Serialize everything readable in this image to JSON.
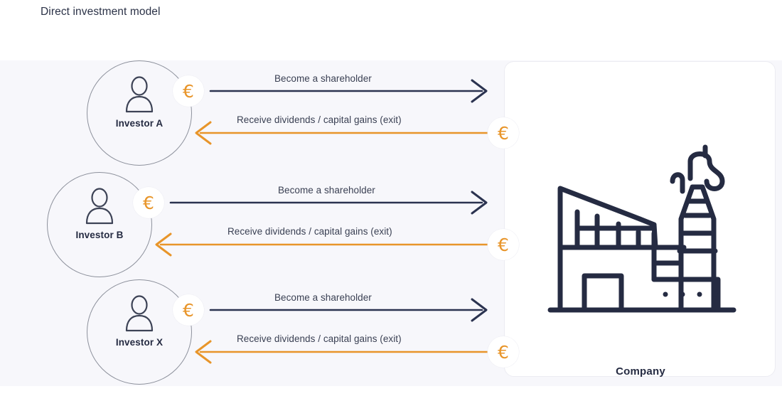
{
  "page": {
    "title": "Direct investment model",
    "background_color": "#ffffff",
    "band_color": "#f7f7fb"
  },
  "colors": {
    "navy": "#252b42",
    "arrow_dark": "#2b3350",
    "orange": "#e8952a",
    "circle_stroke": "#8d919c",
    "panel_border": "#ececf2",
    "text": "#3a4053"
  },
  "icons": {
    "person": "person-icon",
    "factory": "factory-icon",
    "euro": "euro-icon"
  },
  "company": {
    "label": "Company",
    "icon": "factory-icon"
  },
  "investors": [
    {
      "label": "Investor A",
      "badge": "€",
      "flows": {
        "outbound_label": "Become a shareholder",
        "inbound_label": "Receive dividends / capital gains (exit)",
        "inbound_badge": "€"
      }
    },
    {
      "label": "Investor B",
      "badge": "€",
      "flows": {
        "outbound_label": "Become a shareholder",
        "inbound_label": "Receive dividends / capital gains (exit)",
        "inbound_badge": "€"
      }
    },
    {
      "label": "Investor X",
      "badge": "€",
      "flows": {
        "outbound_label": "Become a shareholder",
        "inbound_label": "Receive dividends / capital gains (exit)",
        "inbound_badge": "€"
      }
    }
  ]
}
